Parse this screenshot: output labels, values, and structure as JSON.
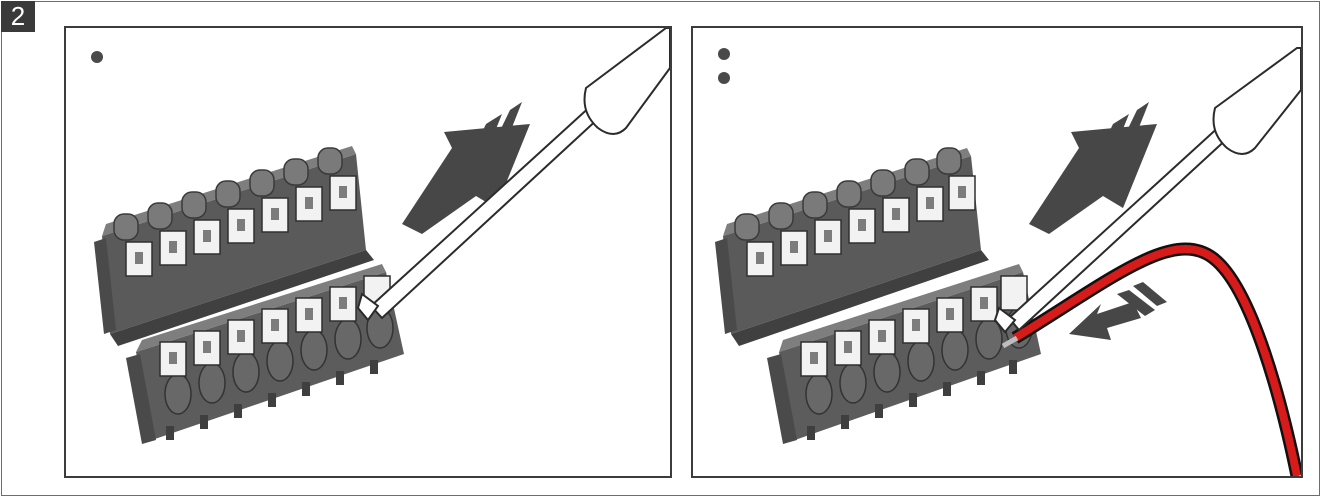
{
  "figure": {
    "step_number": "2",
    "colors": {
      "frame": "#3c3c3c",
      "terminal_body": "#6e6e6e",
      "terminal_shadow": "#4f4f4f",
      "terminal_face": "#8a8a8a",
      "clamp": "#f2f2f2",
      "arrow": "#474747",
      "wire_red": "#d71a1a",
      "wire_black": "#111111"
    },
    "panels": [
      {
        "step_dots": 1,
        "icons": [
          "terminal-block-icon",
          "screwdriver-icon",
          "push-arrow-icon"
        ]
      },
      {
        "step_dots": 2,
        "icons": [
          "terminal-block-icon",
          "screwdriver-icon",
          "push-arrow-icon",
          "wire-icon",
          "insert-arrow-icon"
        ]
      }
    ]
  }
}
